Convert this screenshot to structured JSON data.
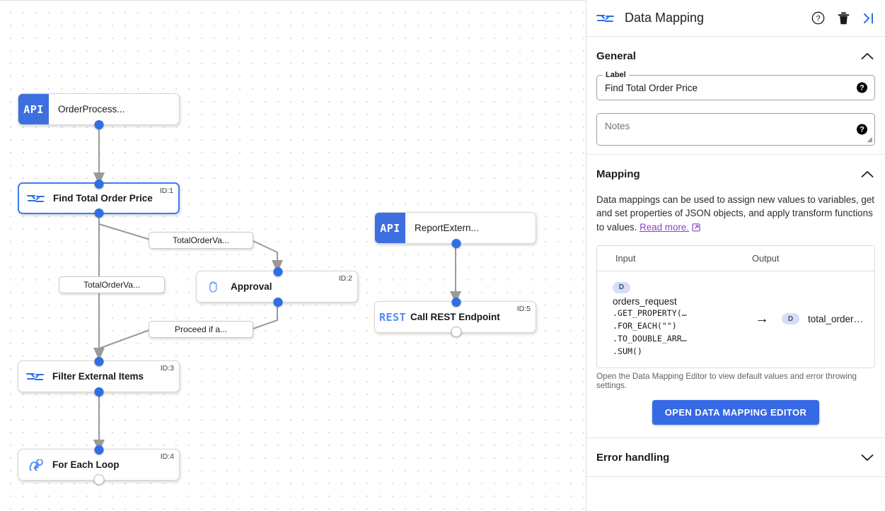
{
  "canvas": {
    "nodes": [
      {
        "id": "n0",
        "badge": "API",
        "label": "OrderProcess...",
        "idtag": "",
        "icon": "api-badge"
      },
      {
        "id": "n1",
        "badge": "",
        "label": "Find Total Order Price",
        "idtag": "ID:1",
        "icon": "data-mapping-icon"
      },
      {
        "id": "n2",
        "badge": "",
        "label": "Approval",
        "idtag": "ID:2",
        "icon": "hand-approval-icon"
      },
      {
        "id": "n3",
        "badge": "",
        "label": "Filter External Items",
        "idtag": "ID:3",
        "icon": "data-mapping-icon"
      },
      {
        "id": "n4",
        "badge": "",
        "label": "For Each Loop",
        "idtag": "ID:4",
        "icon": "infinity-loop-icon"
      },
      {
        "id": "n5",
        "badge": "API",
        "label": "ReportExtern...",
        "idtag": "",
        "icon": "api-badge"
      },
      {
        "id": "n6",
        "badge": "REST",
        "label": "Call REST Endpoint",
        "idtag": "ID:5",
        "icon": "rest-badge"
      }
    ],
    "edge_labels": [
      {
        "text": "TotalOrderVa..."
      },
      {
        "text": "TotalOrderVa..."
      },
      {
        "text": "Proceed if a..."
      }
    ],
    "colors": {
      "node_accent": "#3d6fe0",
      "selected_border": "#3d7cf4",
      "port": "#2f6fe4",
      "rest_text": "#4f8ef7"
    }
  },
  "panel": {
    "header": {
      "title": "Data Mapping",
      "icons": [
        "data-mapping-icon",
        "help-icon",
        "delete-icon",
        "collapse-panel-icon"
      ]
    },
    "general": {
      "title": "General",
      "collapsed": false,
      "label_field": {
        "legend": "Label",
        "value": "Find Total Order Price"
      },
      "notes_field": {
        "placeholder": "Notes",
        "value": ""
      },
      "help_glyph": "?"
    },
    "mapping": {
      "title": "Mapping",
      "collapsed": false,
      "description": "Data mappings can be used to assign new values to variables, get and set properties of JSON objects, and apply transform functions to values.",
      "read_more": "Read more.",
      "table": {
        "headers": [
          "Input",
          "Output"
        ],
        "rows": [
          {
            "input_badge": "D",
            "input_name": "orders_request",
            "input_transforms": [
              ".GET_PROPERTY(…",
              ".FOR_EACH(\"\")",
              ".TO_DOUBLE_ARR…",
              ".SUM()"
            ],
            "arrow": "→",
            "output_badge": "D",
            "output_name": "total_order…"
          }
        ]
      },
      "hint": "Open the Data Mapping Editor to view default values and error throwing settings.",
      "button": "OPEN DATA MAPPING EDITOR",
      "button_color": "#356ae4"
    },
    "error_handling": {
      "title": "Error handling",
      "collapsed": true
    }
  }
}
